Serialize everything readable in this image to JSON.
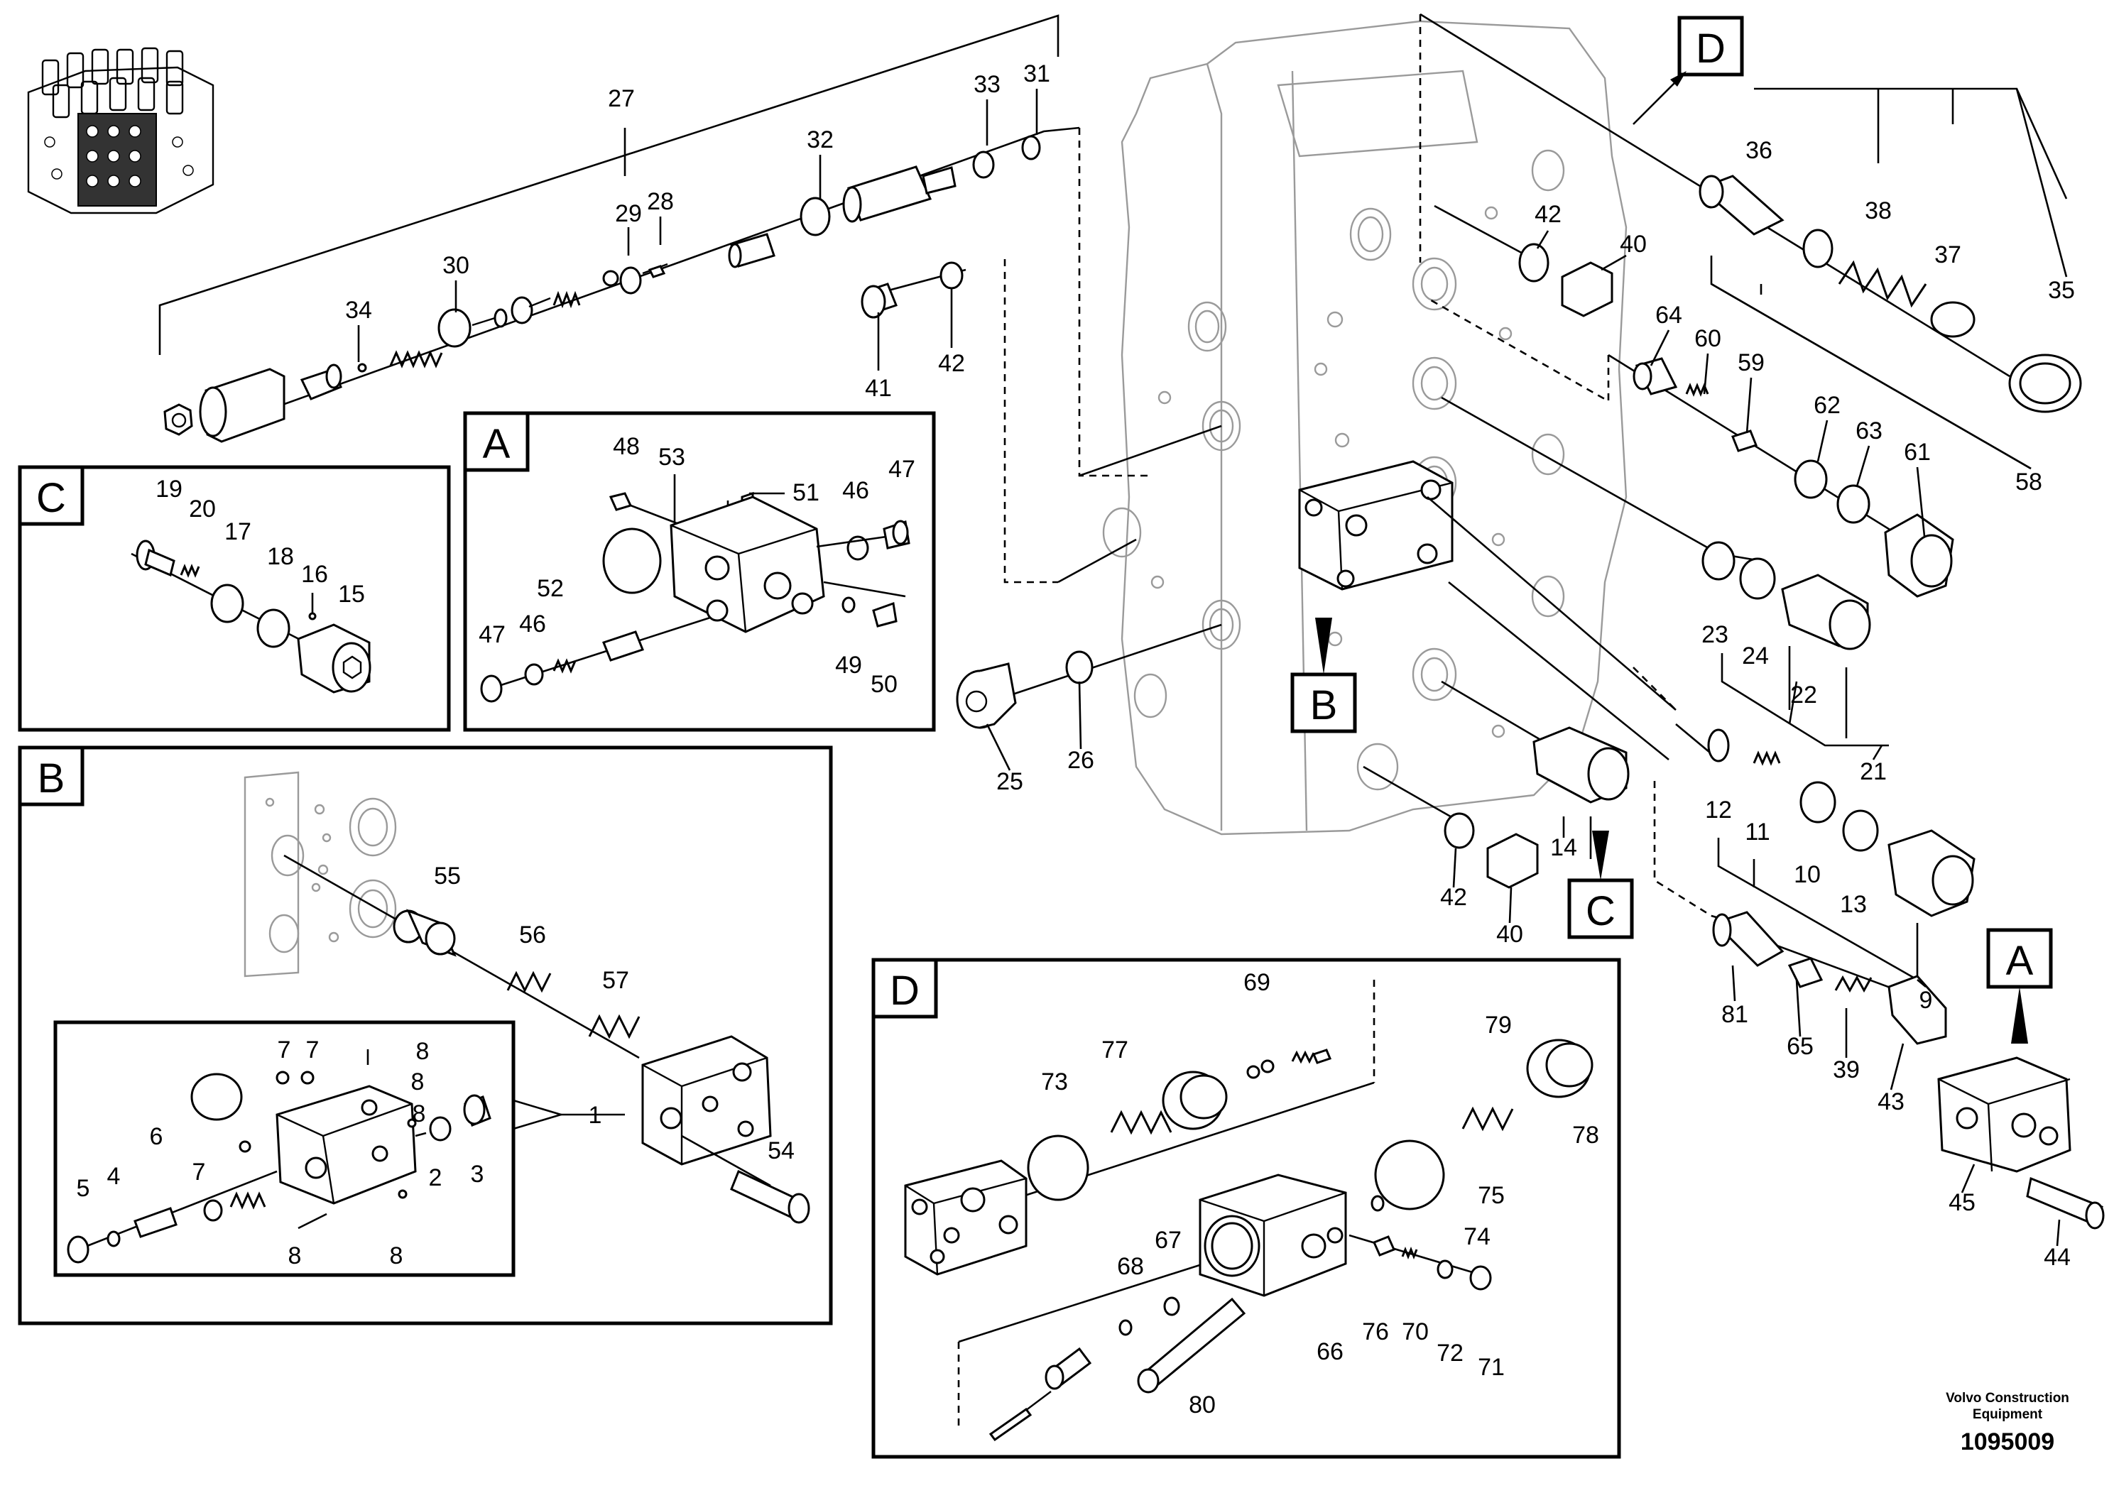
{
  "figure": {
    "section_labels": {
      "a": "A",
      "b": "B",
      "c": "C",
      "d": "D"
    },
    "credit": {
      "line1": "Volvo Construction",
      "line2": "Equipment"
    },
    "document_number": "1095009"
  },
  "part_numbers": {
    "main": [
      "27",
      "33",
      "31",
      "32",
      "29",
      "28",
      "30",
      "34",
      "41",
      "42",
      "42",
      "40",
      "36",
      "38",
      "37",
      "35",
      "64",
      "60",
      "59",
      "62",
      "63",
      "61",
      "58",
      "23",
      "24",
      "22",
      "21",
      "25",
      "26",
      "14",
      "42",
      "40",
      "12",
      "11",
      "10",
      "13",
      "9",
      "81",
      "65",
      "39",
      "43",
      "45",
      "44"
    ],
    "box_a": [
      "48",
      "53",
      "51",
      "46",
      "47",
      "52",
      "47",
      "46",
      "49",
      "50"
    ],
    "box_b": [
      "55",
      "56",
      "57",
      "1",
      "54",
      "7",
      "7",
      "8",
      "8",
      "6",
      "7",
      "8",
      "2",
      "3",
      "5",
      "4",
      "8",
      "8"
    ],
    "box_c": [
      "19",
      "20",
      "17",
      "18",
      "16",
      "15"
    ],
    "box_d": [
      "69",
      "73",
      "77",
      "79",
      "78",
      "75",
      "74",
      "67",
      "68",
      "76",
      "70",
      "72",
      "71",
      "66",
      "80"
    ]
  }
}
